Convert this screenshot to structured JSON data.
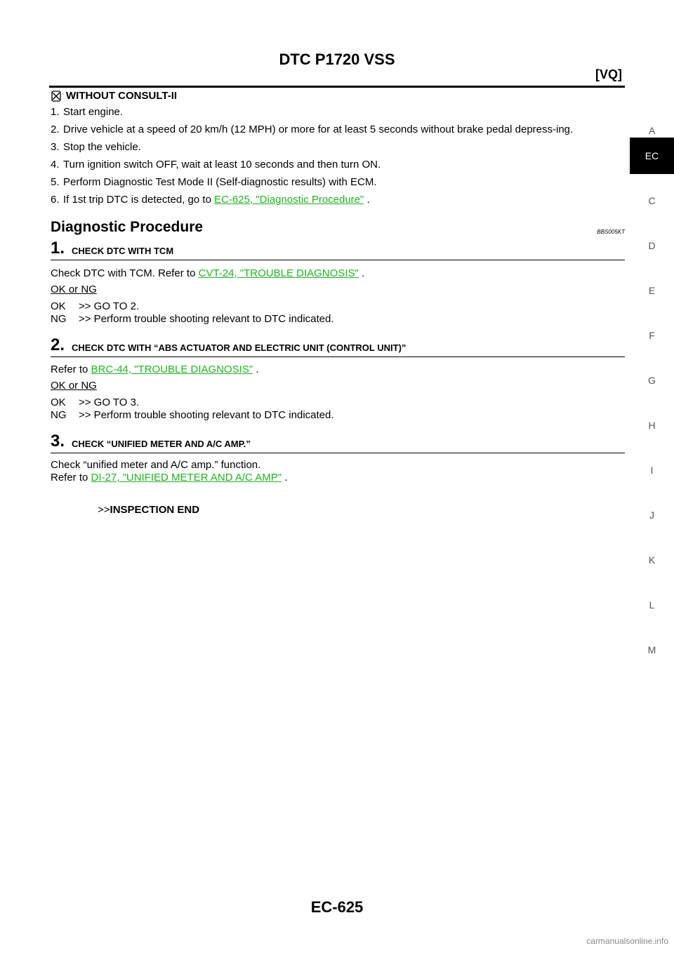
{
  "header": {
    "title": "DTC P1720 VSS",
    "model": "[VQ]"
  },
  "side_index": [
    "A",
    "EC",
    "C",
    "D",
    "E",
    "F",
    "G",
    "H",
    "I",
    "J",
    "K",
    "L",
    "M"
  ],
  "without_consult": {
    "heading": "WITHOUT CONSULT-II",
    "icon": "no-consult-icon",
    "steps": [
      {
        "num": "1.",
        "text": "Start engine."
      },
      {
        "num": "2.",
        "text": "Drive vehicle at a speed of 20 km/h (12 MPH) or more for at least 5 seconds without brake pedal depress-ing."
      },
      {
        "num": "3.",
        "text": "Stop the vehicle."
      },
      {
        "num": "4.",
        "text": "Turn ignition switch OFF, wait at least 10 seconds and then turn ON."
      },
      {
        "num": "5.",
        "text": "Perform Diagnostic Test Mode II (Self-diagnostic results) with ECM."
      },
      {
        "num": "6.",
        "text_before": "If 1st trip DTC is detected, go to ",
        "link": "EC-625, \"Diagnostic Procedure\"",
        "text_after": " ."
      }
    ]
  },
  "diag": {
    "title": "Diagnostic Procedure",
    "code": "BBS005KT",
    "checks": [
      {
        "num": "1.",
        "label": "CHECK DTC WITH TCM",
        "text_before": "Check DTC with TCM. Refer to ",
        "link": "CVT-24, \"TROUBLE DIAGNOSIS\"",
        "text_after": " .",
        "ok_ng": "OK or NG",
        "ok": ">> GO TO 2.",
        "ng": ">> Perform trouble shooting relevant to DTC indicated."
      },
      {
        "num": "2.",
        "label": "CHECK DTC WITH “ABS ACTUATOR AND ELECTRIC UNIT (CONTROL UNIT)”",
        "text_before": "Refer to ",
        "link": "BRC-44, \"TROUBLE DIAGNOSIS\"",
        "text_after": " .",
        "ok_ng": "OK or NG",
        "ok": ">> GO TO 3.",
        "ng": ">> Perform trouble shooting relevant to DTC indicated."
      },
      {
        "num": "3.",
        "label": "CHECK “UNIFIED METER AND A/C AMP.”",
        "line1": "Check “unified meter and A/C amp.” function.",
        "text_before": "Refer to ",
        "link": "DI-27, \"UNIFIED METER AND A/C AMP\"",
        "text_after": " .",
        "final_prefix": ">>",
        "final": "INSPECTION END"
      }
    ]
  },
  "ok_key": "OK",
  "ng_key": "NG",
  "page_number": "EC-625",
  "footer": "carmanualsonline.info",
  "colors": {
    "link": "#22b322",
    "active_tab": "#000000"
  }
}
